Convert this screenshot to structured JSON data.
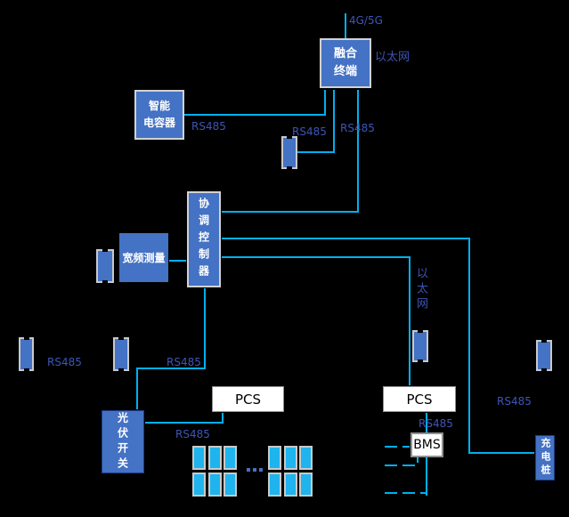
{
  "diagram": {
    "nodes": {
      "fusion_terminal": "融合\n终端",
      "smart_capacitor": "智能\n电容器",
      "coordinator": "协调控制器",
      "broadband_measurement": "宽频测量",
      "pv_switch": "光伏开关",
      "charging_pile": "充电桩",
      "pcs_left": "PCS",
      "pcs_right": "PCS",
      "bms": "BMS"
    },
    "labels": {
      "cellular": "4G/5G",
      "ethernet_top": "以太网",
      "ethernet_right": "以太网",
      "rs485": "RS485"
    },
    "icons": {
      "serial_module": "rs485-module",
      "solar_cell": "pv-panel",
      "ellipsis": "more-panels-dots"
    },
    "connections": [
      {
        "from": "融合终端",
        "to": "uplink",
        "type": "4G/5G"
      },
      {
        "from": "智能电容器",
        "to": "融合终端",
        "type": "RS485"
      },
      {
        "from": "RS485模块",
        "to": "融合终端",
        "type": "RS485"
      },
      {
        "from": "协调控制器",
        "to": "融合终端",
        "type": "以太网"
      },
      {
        "from": "宽频测量",
        "to": "协调控制器",
        "type": "local"
      },
      {
        "from": "协调控制器",
        "to": "光伏开关",
        "type": "RS485"
      },
      {
        "from": "光伏开关",
        "to": "PCS",
        "type": "RS485"
      },
      {
        "from": "协调控制器",
        "to": "PCS",
        "type": "以太网"
      },
      {
        "from": "协调控制器",
        "to": "充电桩",
        "type": "RS485"
      },
      {
        "from": "PCS",
        "to": "BMS",
        "type": "RS485"
      }
    ],
    "solar_arrays": {
      "groups": 2,
      "rows": 2,
      "cols": 3
    },
    "colors": {
      "node_fill": "#4472C4",
      "node_border_light": "#D2D2D2",
      "wire": "#00B0F0",
      "label_text": "#3E55B5",
      "panel_fill": "#1FB4EE",
      "background": "#000000"
    }
  }
}
